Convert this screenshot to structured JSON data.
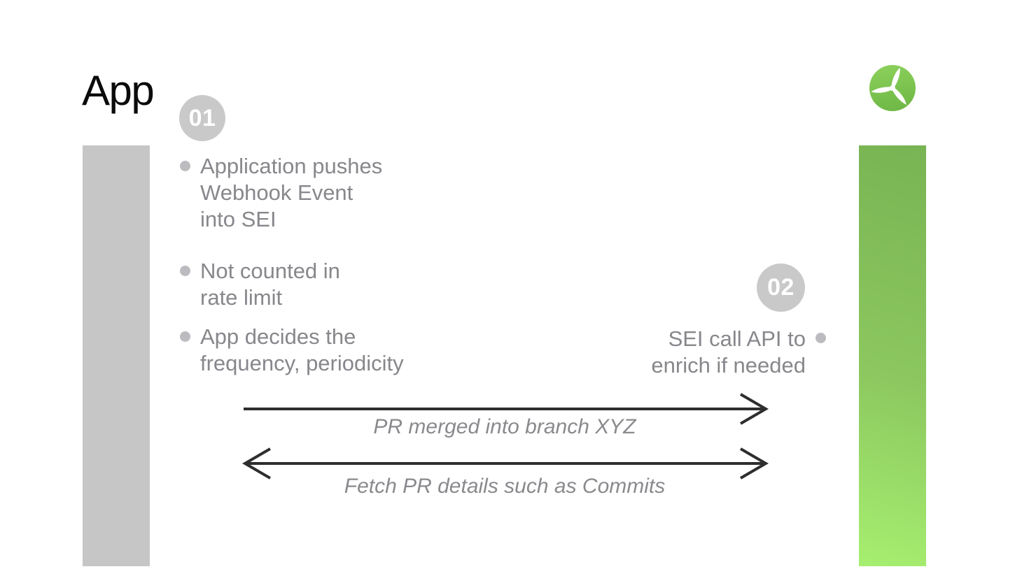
{
  "title": "App",
  "columns": {
    "left_bar_color": "#c6c6c6",
    "right_bar_gradient_top": "#78b453",
    "right_bar_gradient_bottom": "#a6ef70"
  },
  "logo": {
    "icon": "turbine-icon",
    "circle_gradient_top": "#8bd05b",
    "circle_gradient_bottom": "#6fb846"
  },
  "steps": [
    {
      "number": "01",
      "bullets": [
        "Application pushes\nWebhook Event\ninto SEI",
        "Not counted in\nrate limit",
        "App decides the\nfrequency, periodicity"
      ]
    },
    {
      "number": "02",
      "note": "SEI call API to\nenrich if needed"
    }
  ],
  "arrows": [
    {
      "direction": "right",
      "label": "PR merged into branch XYZ"
    },
    {
      "direction": "both",
      "label": "Fetch PR details such as Commits"
    }
  ],
  "colors": {
    "badge_bg": "#c9c9c9",
    "badge_text": "#ffffff",
    "body_text": "#87878c",
    "bullet_dot": "#bcbcc0",
    "arrow": "#2e2e2e",
    "label_text": "#8a8a8e",
    "title_text": "#0b0b0b"
  }
}
